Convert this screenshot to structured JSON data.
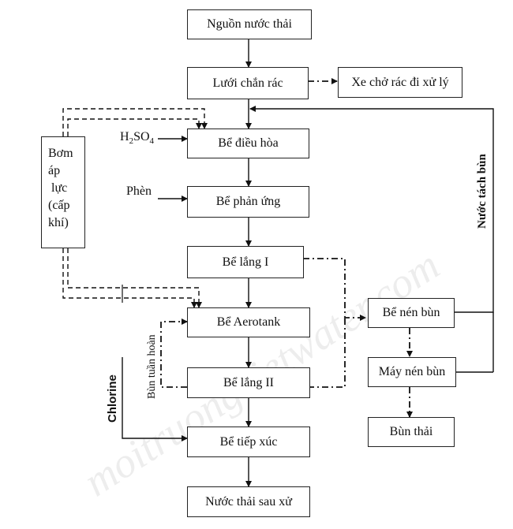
{
  "diagram": {
    "title": "Sơ đồ công nghệ xử lý nước thải",
    "nodes": {
      "source": "Nguồn nước thải",
      "screen": "Lưới chắn rác",
      "truck": "Xe chở rác đi xử lý",
      "equalization": "Bể điều hòa",
      "reaction": "Bể phản ứng",
      "settling1": "Bể lắng I",
      "aerotank": "Bể Aerotank",
      "settling2": "Bể lắng II",
      "contact": "Bể tiếp xúc",
      "effluent": "Nước thải sau xử",
      "sludge_thickener": "Bể nén bùn",
      "sludge_press": "Máy nén bùn",
      "sludge_waste": "Bùn thải",
      "blower": [
        "Bơm",
        "áp",
        "lực",
        "(cấp",
        "khí)"
      ]
    },
    "inputs": {
      "acid_main": "H",
      "acid_sub1": "2",
      "acid_mid": "SO",
      "acid_sub2": "4",
      "alum": "Phèn",
      "chlorine": "Chlorine"
    },
    "flow_labels": {
      "return_sludge": "Bùn tuần hoàn",
      "separated_water": "Nước tách bùn"
    },
    "edges": [
      {
        "from": "source",
        "to": "screen",
        "style": "solid"
      },
      {
        "from": "screen",
        "to": "truck",
        "style": "dash-dot"
      },
      {
        "from": "screen",
        "to": "equalization",
        "style": "solid"
      },
      {
        "from": "acid",
        "to": "equalization",
        "style": "solid"
      },
      {
        "from": "blower",
        "to": "equalization",
        "style": "dashed"
      },
      {
        "from": "equalization",
        "to": "reaction",
        "style": "solid"
      },
      {
        "from": "alum",
        "to": "reaction",
        "style": "solid"
      },
      {
        "from": "reaction",
        "to": "settling1",
        "style": "solid"
      },
      {
        "from": "settling1",
        "to": "aerotank",
        "style": "solid"
      },
      {
        "from": "blower",
        "to": "aerotank",
        "style": "dashed"
      },
      {
        "from": "settling1",
        "to": "sludge_thickener",
        "style": "dash-dot"
      },
      {
        "from": "aerotank",
        "to": "settling2",
        "style": "solid"
      },
      {
        "from": "settling2",
        "to": "aerotank",
        "style": "dash-dot",
        "label": "return_sludge"
      },
      {
        "from": "settling2",
        "to": "sludge_thickener",
        "style": "dash-dot"
      },
      {
        "from": "settling2",
        "to": "contact",
        "style": "solid"
      },
      {
        "from": "chlorine",
        "to": "contact",
        "style": "solid"
      },
      {
        "from": "contact",
        "to": "effluent",
        "style": "solid"
      },
      {
        "from": "sludge_thickener",
        "to": "sludge_press",
        "style": "dash-dot"
      },
      {
        "from": "sludge_press",
        "to": "sludge_waste",
        "style": "dash-dot"
      },
      {
        "from": "sludge_thickener",
        "to": "equalization",
        "style": "solid",
        "label": "separated_water"
      },
      {
        "from": "sludge_press",
        "to": "equalization",
        "style": "solid",
        "label": "separated_water"
      }
    ],
    "watermark": "moitruongvietwater.com"
  }
}
